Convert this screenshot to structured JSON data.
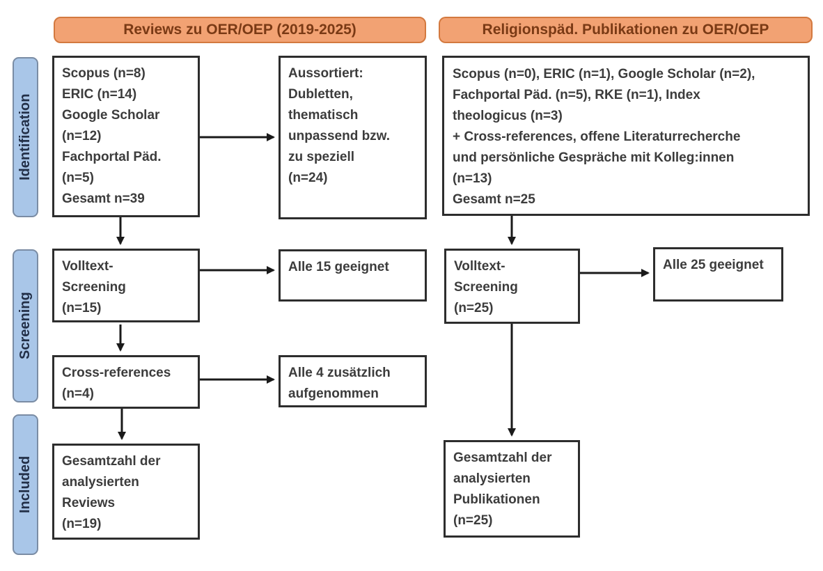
{
  "diagram_title": "PRISMA-style literature flow diagram",
  "colors": {
    "accent_orange": "#F2A273",
    "orange_border": "#D3793F",
    "orange_text": "#7A3A15",
    "accent_blue": "#A9C6E8",
    "blue_border": "#7A8CA4",
    "blue_text": "#233048",
    "box_border": "#2D2D2D",
    "box_text": "#3C3C3C",
    "arrow": "#1A1A1A"
  },
  "headers": {
    "left": "Reviews zu OER/OEP (2019-2025)",
    "right": "Religionspäd. Publikationen zu OER/OEP"
  },
  "stages": {
    "identification": "Identification",
    "screening": "Screening",
    "included": "Included"
  },
  "left_flow": {
    "sources": "Scopus (n=8)\nERIC (n=14)\nGoogle Scholar\n(n=12)\nFachportal Päd.\n(n=5)\nGesamt n=39",
    "excluded": "Aussortiert:\nDubletten,\nthematisch\nunpassend bzw.\nzu speziell\n(n=24)",
    "fulltext": "Volltext-\nScreening\n(n=15)",
    "fulltext_result": "Alle 15 geeignet",
    "crossref": "Cross-references\n(n=4)",
    "crossref_result": "Alle 4 zusätzlich\naufgenommen",
    "total": "Gesamtzahl der\nanalysierten\nReviews\n(n=19)"
  },
  "right_flow": {
    "sources": "Scopus (n=0), ERIC (n=1), Google Scholar (n=2),\nFachportal Päd. (n=5), RKE (n=1), Index\ntheologicus (n=3)\n+ Cross-references, offene Literaturrecherche\nund persönliche Gespräche mit Kolleg:innen\n(n=13)\nGesamt n=25",
    "fulltext": "Volltext-\nScreening\n(n=25)",
    "fulltext_result": "Alle 25 geeignet",
    "total": "Gesamtzahl der\nanalysierten\nPublikationen\n(n=25)"
  }
}
